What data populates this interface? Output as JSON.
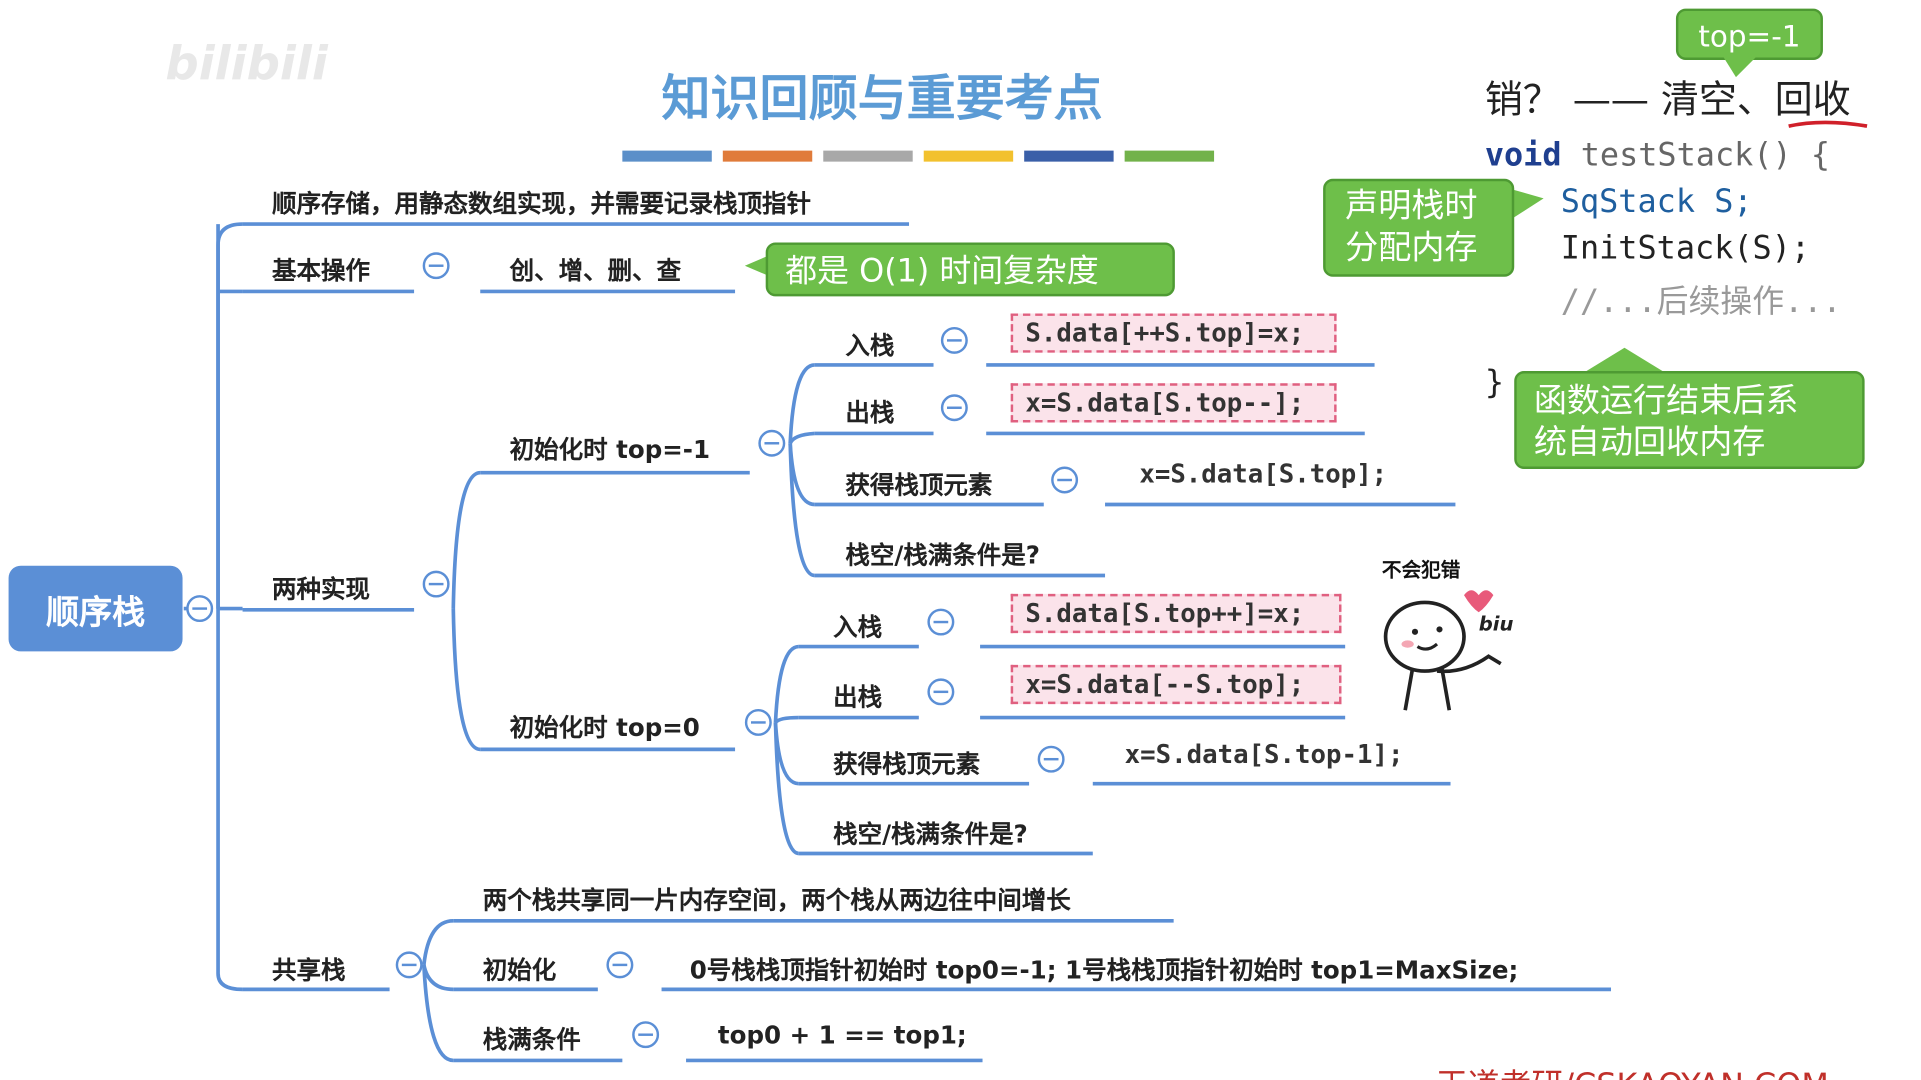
{
  "watermark": "bilibili",
  "title": "知识回顾与重要考点",
  "color_bar": [
    "#5b8fc9",
    "#e07b3a",
    "#a8a8a8",
    "#f2c12e",
    "#3a5fa8",
    "#72b24a"
  ],
  "root": "顺序栈",
  "branches": {
    "storage": "顺序存储，用静态数组实现，并需要记录栈顶指针",
    "basic_ops": "基本操作",
    "basic_ops_detail": "创、增、删、查",
    "basic_ops_note": "都是 O(1) 时间复杂度",
    "two_impl": "两种实现",
    "shared": "共享栈"
  },
  "init_neg1": {
    "label": "初始化时 top=-1",
    "push_label": "入栈",
    "push_code": "S.data[++S.top]=x;",
    "pop_label": "出栈",
    "pop_code": "x=S.data[S.top--];",
    "top_label": "获得栈顶元素",
    "top_code": "x=S.data[S.top];",
    "cond_label": "栈空/栈满条件是?"
  },
  "init_0": {
    "label": "初始化时 top=0",
    "push_label": "入栈",
    "push_code": "S.data[S.top++]=x;",
    "pop_label": "出栈",
    "pop_code": "x=S.data[--S.top];",
    "top_label": "获得栈顶元素",
    "top_code": "x=S.data[S.top-1];",
    "cond_label": "栈空/栈满条件是?"
  },
  "shared_stack": {
    "desc": "两个栈共享同一片内存空间，两个栈从两边往中间增长",
    "init_label": "初始化",
    "init_detail": "0号栈栈顶指针初始时 top0=-1;   1号栈栈顶指针初始时  top1=MaxSize;",
    "full_label": "栈满条件",
    "full_detail": "top0 + 1 == top1;"
  },
  "right_panel": {
    "top_bubble": "top=-1",
    "destroy_q": "销？ —— 清空、回收",
    "code_line1_kw": "void",
    "code_line1_rest": " testStack() {",
    "code_line2": "SqStack S;",
    "code_line3": "InitStack(S);",
    "code_line4": "//...后续操作...",
    "code_close": "}",
    "bubble_declare": "声明栈时\n分配内存",
    "bubble_auto": "函数运行结束后系\n统自动回收内存"
  },
  "sticker": {
    "text": "不会犯错",
    "biu": "biu"
  },
  "footer": "王道考研/CSKAOYAN.COM"
}
